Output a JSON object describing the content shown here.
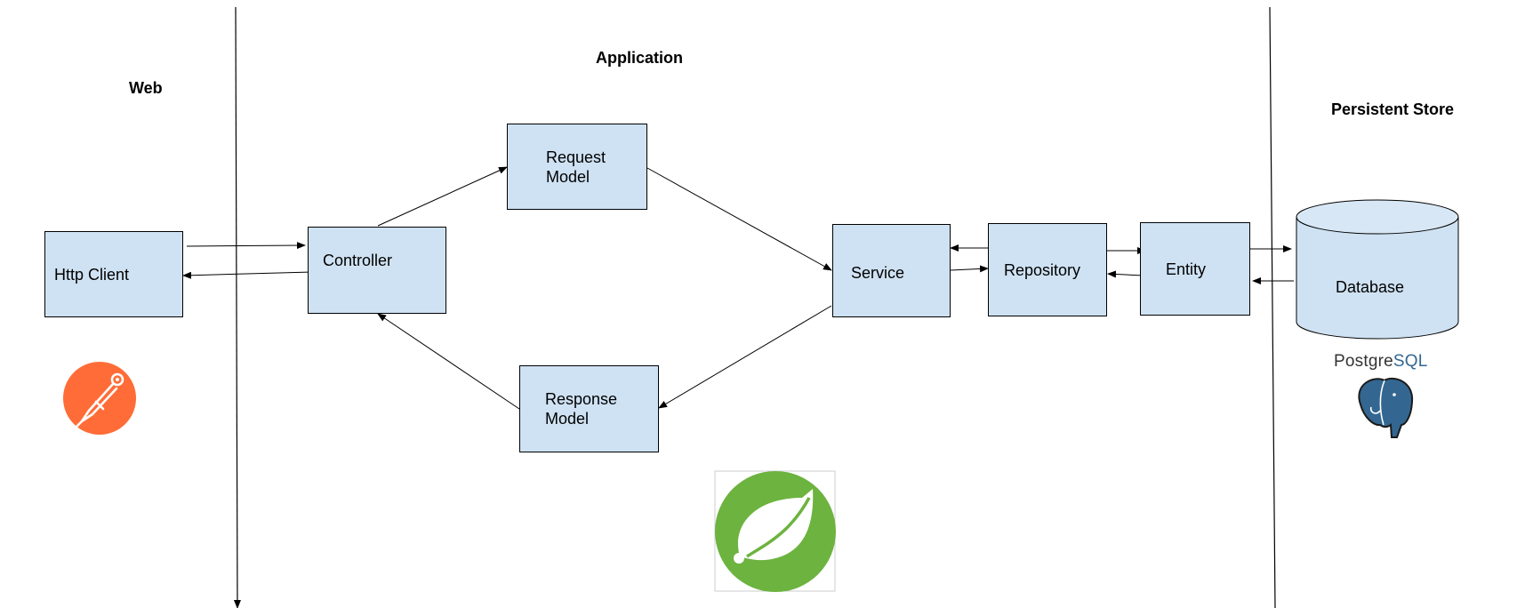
{
  "sections": {
    "web": "Web",
    "application": "Application",
    "persistent_store": "Persistent Store"
  },
  "nodes": {
    "http_client": "Http Client",
    "controller": "Controller",
    "request_model": "Request\nModel",
    "response_model": "Response\nModel",
    "service": "Service",
    "repository": "Repository",
    "entity": "Entity",
    "database": "Database"
  },
  "logos": {
    "postgres_wordmark_a": "Postgre",
    "postgres_wordmark_b": "SQL",
    "postman_icon": "postman-logo-icon",
    "spring_icon": "spring-logo-icon",
    "postgres_icon": "postgresql-elephant-icon"
  },
  "colors": {
    "box_fill": "#cfe2f3",
    "postman_orange": "#ff6c37",
    "spring_green": "#6db33f",
    "postgres_blue": "#336791"
  }
}
